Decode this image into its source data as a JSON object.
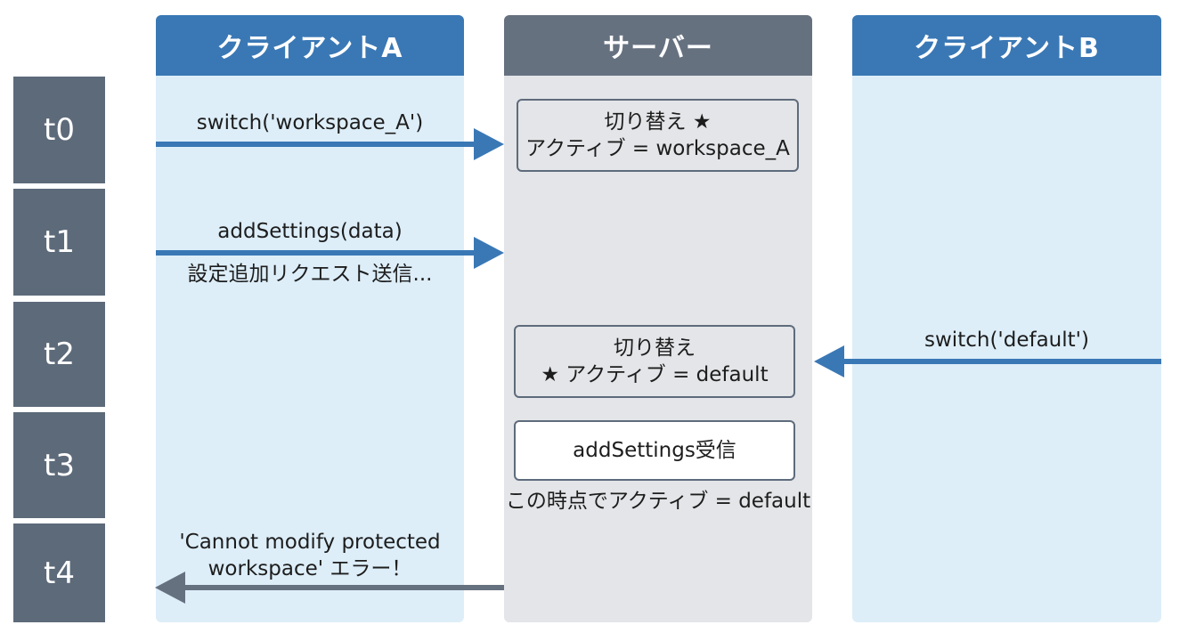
{
  "lanes": {
    "client_a": "クライアントA",
    "server": "サーバー",
    "client_b": "クライアントB"
  },
  "times": [
    "t0",
    "t1",
    "t2",
    "t3",
    "t4"
  ],
  "messages": {
    "t0_call": "switch('workspace_A')",
    "t1_call": "addSettings(data)",
    "t1_note": "設定追加リクエスト送信...",
    "t2_call": "switch('default')",
    "t4_error_line1": "'Cannot modify protected",
    "t4_error_line2": "workspace' エラー！"
  },
  "server_boxes": {
    "t0_line1": "切り替え ★",
    "t0_line2": "アクティブ = workspace_A",
    "t2_line1": "切り替え",
    "t2_line2": "★ アクティブ = default",
    "t3_line1": "addSettings受信",
    "t3_note": "この時点でアクティブ = default"
  },
  "colors": {
    "client_header": "#3a78b5",
    "server_header": "#667180",
    "arrow_blue": "#3a78b5",
    "arrow_grey": "#667180"
  }
}
